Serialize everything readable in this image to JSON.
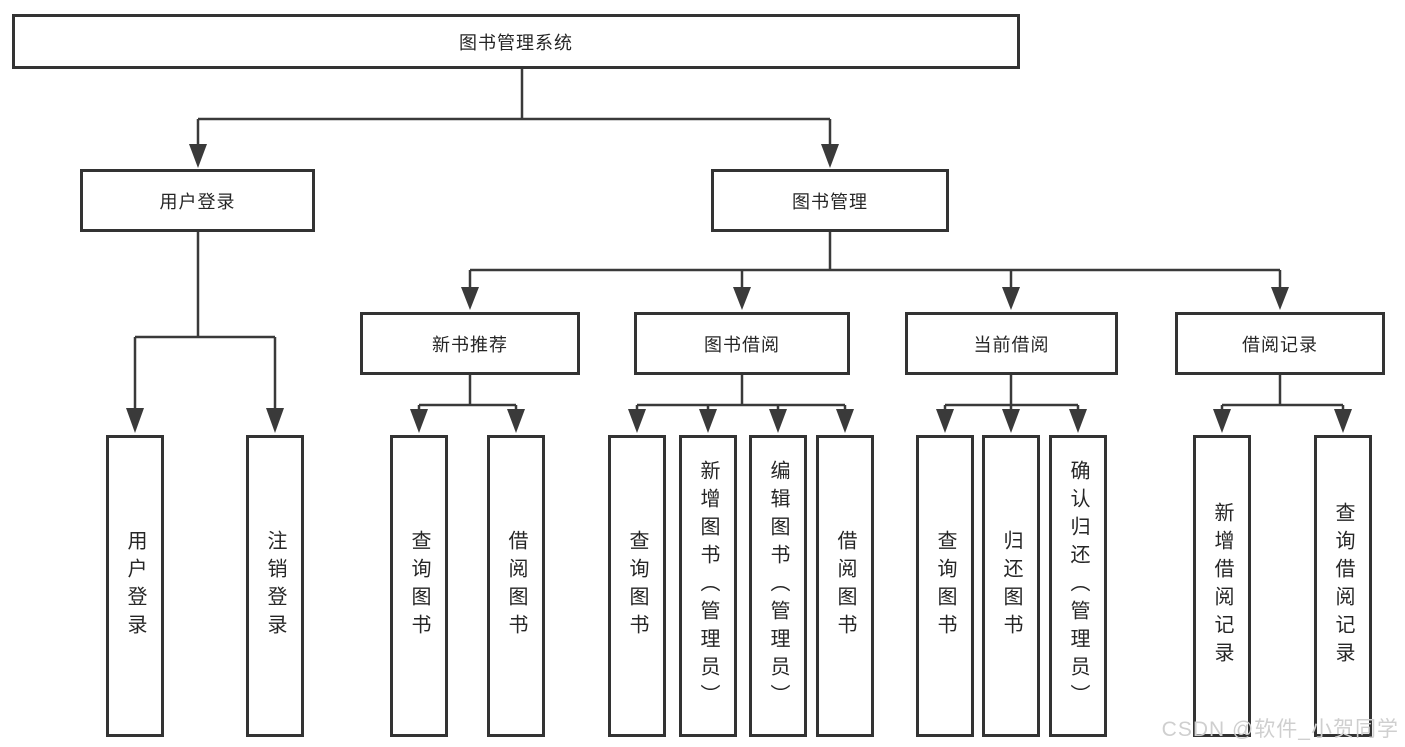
{
  "diagram": {
    "root": {
      "label": "图书管理系统"
    },
    "level2": [
      {
        "label": "用户登录"
      },
      {
        "label": "图书管理"
      }
    ],
    "level3": [
      {
        "label": "新书推荐"
      },
      {
        "label": "图书借阅"
      },
      {
        "label": "当前借阅"
      },
      {
        "label": "借阅记录"
      }
    ],
    "leaves": [
      {
        "label": "用户登录"
      },
      {
        "label": "注销登录"
      },
      {
        "label": "查询图书"
      },
      {
        "label": "借阅图书"
      },
      {
        "label": "查询图书"
      },
      {
        "label": "新增图书（管理员）"
      },
      {
        "label": "编辑图书（管理员）"
      },
      {
        "label": "借阅图书"
      },
      {
        "label": "查询图书"
      },
      {
        "label": "归还图书"
      },
      {
        "label": "确认归还（管理员）"
      },
      {
        "label": "新增借阅记录"
      },
      {
        "label": "查询借阅记录"
      }
    ],
    "watermark": "CSDN @软件_小贺同学"
  },
  "colors": {
    "border": "#333333",
    "line": "#3a3a3a",
    "text": "#262626",
    "watermark": "#cfcfcf",
    "background": "#ffffff"
  }
}
